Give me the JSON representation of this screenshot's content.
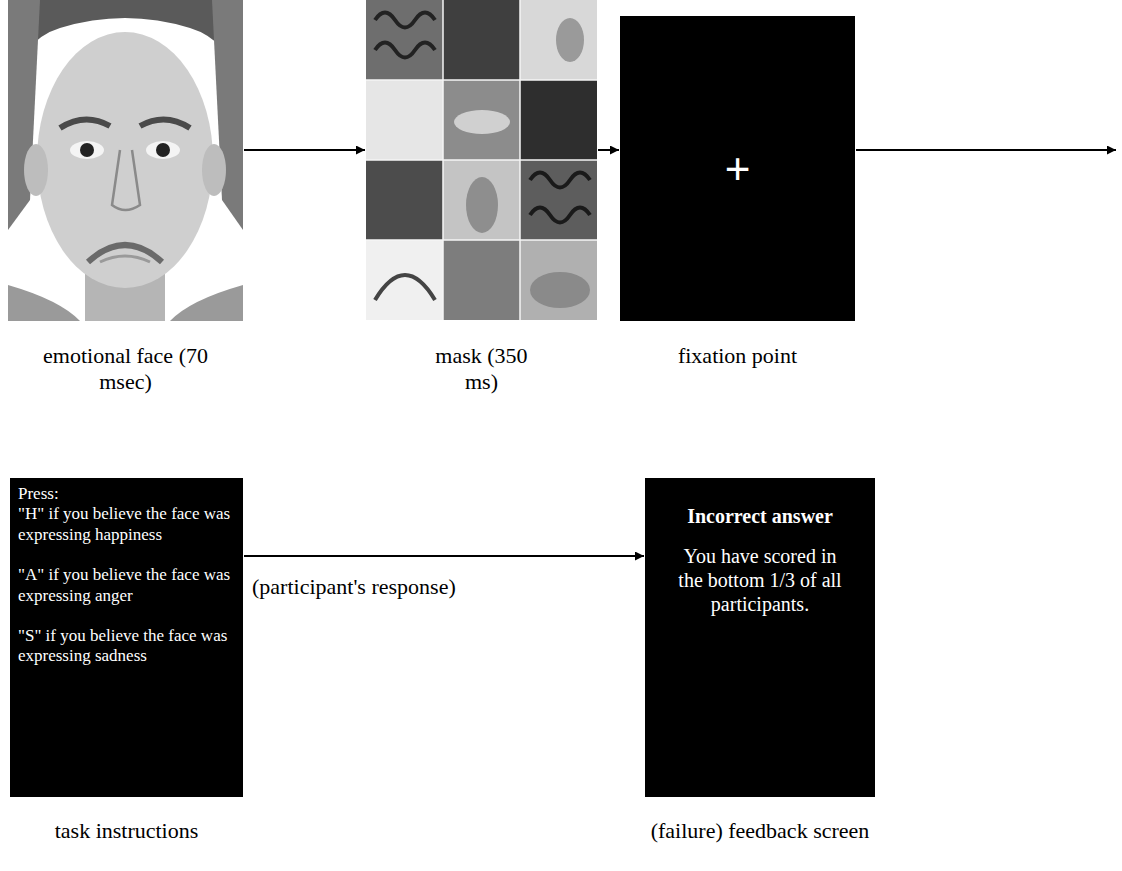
{
  "diagram": {
    "nodes": [
      {
        "text": [
          "emotional face (70 msec)"
        ]
      },
      {
        "text": [
          "mask (350 ms)"
        ]
      },
      {
        "text": [
          "+",
          "fixation point"
        ]
      },
      {
        "text": [
          "Press:",
          "\"H\" if you believe the face was expressing happiness",
          "\"A\" if you believe the face was expressing anger",
          "\"S\" if you believe the face was expressing sadness",
          "task instructions"
        ]
      },
      {
        "text": [
          "Incorrect answer",
          "You have scored in the bottom 1/3 of all participants.",
          "(failure) feedback screen"
        ]
      }
    ],
    "edges": [
      {
        "from": 0,
        "to": 1,
        "arrow": "to"
      },
      {
        "from": 1,
        "to": 2,
        "arrow": "to"
      },
      {
        "from": 3,
        "to": 4,
        "label": "(participant's response)",
        "arrow": "to"
      }
    ]
  }
}
